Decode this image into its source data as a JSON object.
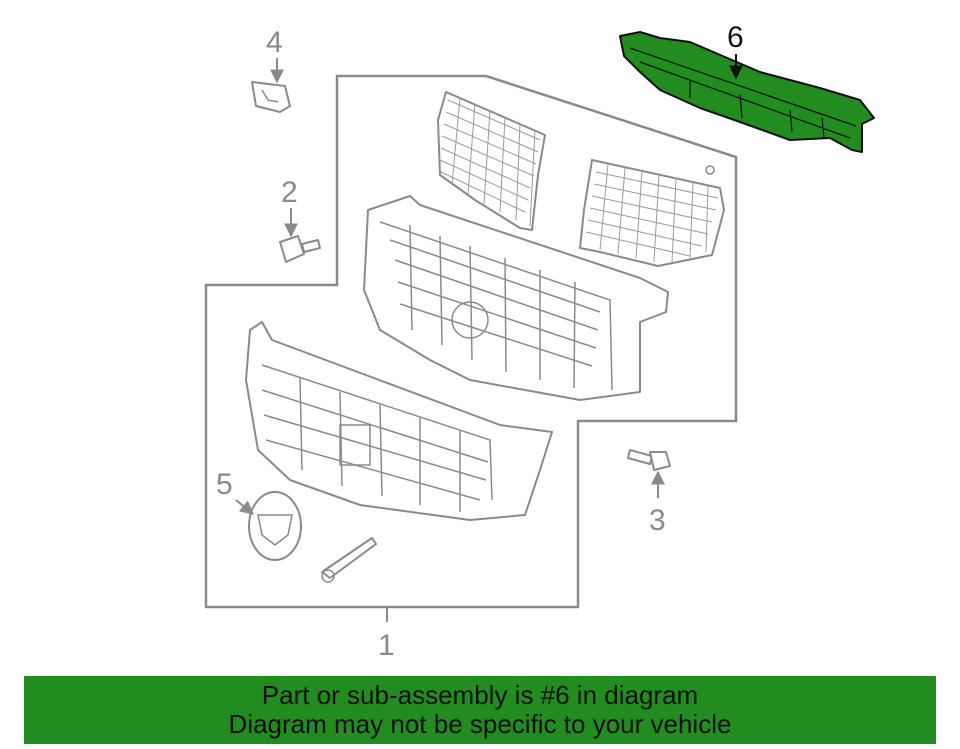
{
  "callouts": {
    "c1": "1",
    "c2": "2",
    "c3": "3",
    "c4": "4",
    "c5": "5",
    "c6": "6"
  },
  "banner": {
    "line1": "Part or sub-assembly is #6 in diagram",
    "line2": "Diagram may not be specific to your vehicle"
  },
  "colors": {
    "highlight": "#238c20",
    "line_art": "#8a8a8a"
  },
  "highlighted_part": "6"
}
